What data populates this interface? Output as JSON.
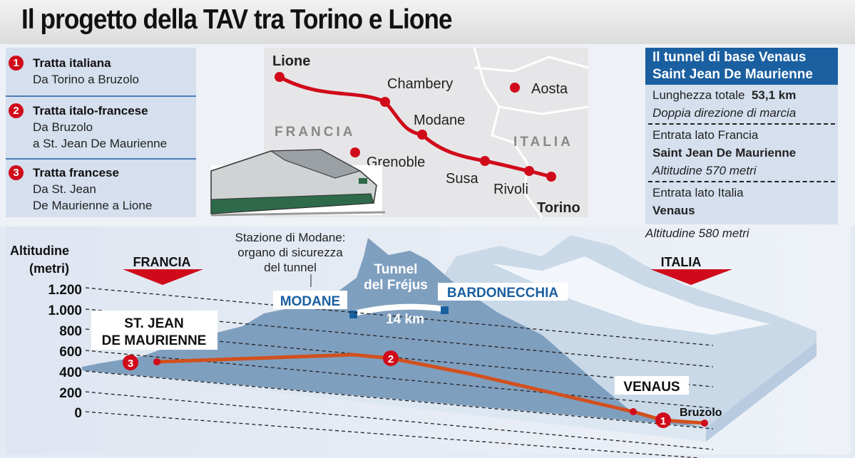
{
  "title": "Il progetto della TAV tra Torino e Lione",
  "legend": [
    {
      "num": "1",
      "title": "Tratta italiana",
      "lines": [
        "Da Torino a Bruzolo"
      ]
    },
    {
      "num": "2",
      "title": "Tratta italo-francese",
      "lines": [
        "Da Bruzolo",
        "a St. Jean De Maurienne"
      ]
    },
    {
      "num": "3",
      "title": "Tratta francese",
      "lines": [
        "Da St. Jean",
        "De Maurienne a Lione"
      ]
    }
  ],
  "map": {
    "countries": {
      "france": "FRANCIA",
      "italy": "ITALIA"
    },
    "cities": {
      "lione": "Lione",
      "chambery": "Chambery",
      "modane": "Modane",
      "grenoble": "Grenoble",
      "susa": "Susa",
      "rivoli": "Rivoli",
      "torino": "Torino",
      "aosta": "Aosta"
    }
  },
  "info": {
    "header": [
      "Il tunnel di base Venaus",
      "Saint Jean De Maurienne"
    ],
    "length_label": "Lunghezza totale",
    "length_value": "53,1 km",
    "direction": "Doppia direzione di marcia",
    "fr_entry_label": "Entrata lato Francia",
    "fr_entry_name": "Saint Jean De Maurienne",
    "fr_entry_alt": "Altitudine 570 metri",
    "it_entry_label": "Entrata lato Italia",
    "it_entry_name": "Venaus",
    "it_entry_alt": "Altitudine 580 metri"
  },
  "profile": {
    "ylabel": [
      "Altitudine",
      "(metri)"
    ],
    "yticks": [
      "1.200",
      "1.000",
      "800",
      "600",
      "400",
      "200",
      "0"
    ],
    "france": "FRANCIA",
    "italy": "ITALIA",
    "station_note": [
      "Stazione di Modane:",
      "organo di sicurezza",
      "del tunnel"
    ],
    "modane": "MODANE",
    "bardonecchia": "BARDONECCHIA",
    "tunnel": [
      "Tunnel",
      "del Fréjus"
    ],
    "tunnel_length": "14 km",
    "st_jean": [
      "ST. JEAN",
      "DE MAURIENNE"
    ],
    "venaus": "VENAUS",
    "bruzolo": "Bruzolo",
    "markers": [
      "3",
      "2",
      "1"
    ]
  },
  "colors": {
    "red": "#d00a1a",
    "blue": "#1a5fa0",
    "route": "#d2501e",
    "mountain": "#7f9fbf"
  }
}
